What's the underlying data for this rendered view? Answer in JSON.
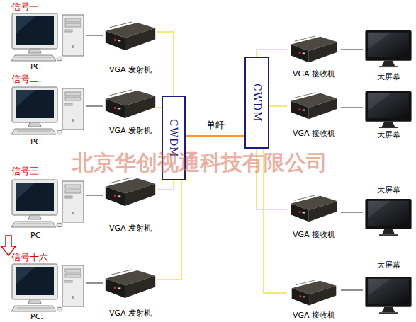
{
  "diagram": {
    "nodes": [
      {
        "text": [
          "信号一",
          "PC"
        ]
      },
      {
        "text": [
          "VGA 发射机"
        ]
      },
      {
        "text": [
          "信号二",
          "PC"
        ]
      },
      {
        "text": [
          "VGA 发射机"
        ]
      },
      {
        "text": [
          "信号三",
          "PC"
        ]
      },
      {
        "text": [
          "VGA 发射机"
        ]
      },
      {
        "text": [
          "信号十六",
          "PC."
        ]
      },
      {
        "text": [
          "VGA 发射机"
        ]
      },
      {
        "text": [
          "CWDM"
        ]
      },
      {
        "text": [
          "CWDM"
        ]
      },
      {
        "text": [
          "VGA 接收机"
        ]
      },
      {
        "text": [
          "大屏幕"
        ]
      },
      {
        "text": [
          "VGA 接收机"
        ]
      },
      {
        "text": [
          "大屏幕"
        ]
      },
      {
        "text": [
          "VGA 接收机"
        ]
      },
      {
        "text": [
          "大屏幕"
        ]
      },
      {
        "text": [
          "VGA 接收机"
        ]
      },
      {
        "text": [
          "大屏幕"
        ]
      }
    ],
    "edges": [
      {
        "from": 0,
        "to": 1,
        "arrow": "none"
      },
      {
        "from": 2,
        "to": 3,
        "arrow": "none"
      },
      {
        "from": 4,
        "to": 5,
        "arrow": "none"
      },
      {
        "from": 6,
        "to": 7,
        "arrow": "none"
      },
      {
        "from": 1,
        "to": 8,
        "arrow": "none"
      },
      {
        "from": 3,
        "to": 8,
        "arrow": "none"
      },
      {
        "from": 5,
        "to": 8,
        "arrow": "none"
      },
      {
        "from": 7,
        "to": 8,
        "arrow": "none"
      },
      {
        "from": 8,
        "to": 9,
        "label": "单纤",
        "arrow": "none"
      },
      {
        "from": 9,
        "to": 10,
        "arrow": "none"
      },
      {
        "from": 9,
        "to": 12,
        "arrow": "none"
      },
      {
        "from": 9,
        "to": 14,
        "arrow": "none"
      },
      {
        "from": 9,
        "to": 16,
        "arrow": "none"
      },
      {
        "from": 10,
        "to": 11,
        "arrow": "none"
      },
      {
        "from": 12,
        "to": 13,
        "arrow": "none"
      },
      {
        "from": 14,
        "to": 15,
        "arrow": "none"
      },
      {
        "from": 16,
        "to": 17,
        "arrow": "none"
      }
    ],
    "labels": [
      "北京华创视通科技有限公司"
    ]
  }
}
